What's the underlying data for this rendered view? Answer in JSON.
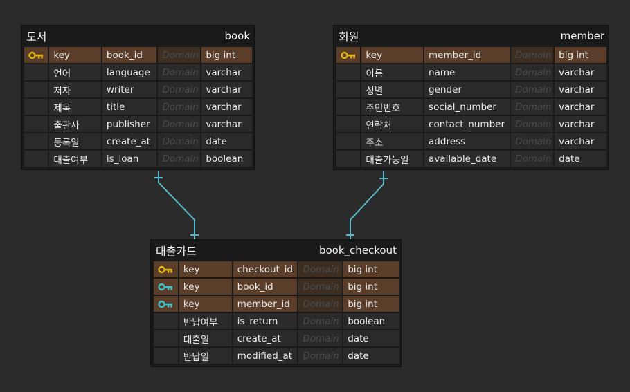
{
  "entities": {
    "book": {
      "logical_name": "도서",
      "physical_name": "book",
      "columns": [
        {
          "key": "primary",
          "logical": "key",
          "physical": "book_id",
          "domain": "Domain",
          "type": "big int"
        },
        {
          "key": "",
          "logical": "언어",
          "physical": "language",
          "domain": "Domain",
          "type": "varchar"
        },
        {
          "key": "",
          "logical": "저자",
          "physical": "writer",
          "domain": "Domain",
          "type": "varchar"
        },
        {
          "key": "",
          "logical": "제목",
          "physical": "title",
          "domain": "Domain",
          "type": "varchar"
        },
        {
          "key": "",
          "logical": "출판사",
          "physical": "publisher",
          "domain": "Domain",
          "type": "varchar"
        },
        {
          "key": "",
          "logical": "등록일",
          "physical": "create_at",
          "domain": "Domain",
          "type": "date"
        },
        {
          "key": "",
          "logical": "대출여부",
          "physical": "is_loan",
          "domain": "Domain",
          "type": "boolean"
        }
      ]
    },
    "member": {
      "logical_name": "회원",
      "physical_name": "member",
      "columns": [
        {
          "key": "primary",
          "logical": "key",
          "physical": "member_id",
          "domain": "Domain",
          "type": "big int"
        },
        {
          "key": "",
          "logical": "이름",
          "physical": "name",
          "domain": "Domain",
          "type": "varchar"
        },
        {
          "key": "",
          "logical": "성별",
          "physical": "gender",
          "domain": "Domain",
          "type": "varchar"
        },
        {
          "key": "",
          "logical": "주민번호",
          "physical": "social_number",
          "domain": "Domain",
          "type": "varchar"
        },
        {
          "key": "",
          "logical": "연락처",
          "physical": "contact_number",
          "domain": "Domain",
          "type": "varchar"
        },
        {
          "key": "",
          "logical": "주소",
          "physical": "address",
          "domain": "Domain",
          "type": "varchar"
        },
        {
          "key": "",
          "logical": "대출가능일",
          "physical": "available_date",
          "domain": "Domain",
          "type": "date"
        }
      ]
    },
    "book_checkout": {
      "logical_name": "대출카드",
      "physical_name": "book_checkout",
      "columns": [
        {
          "key": "primary",
          "logical": "key",
          "physical": "checkout_id",
          "domain": "Domain",
          "type": "big int"
        },
        {
          "key": "foreign",
          "logical": "key",
          "physical": "book_id",
          "domain": "Domain",
          "type": "big int"
        },
        {
          "key": "foreign",
          "logical": "key",
          "physical": "member_id",
          "domain": "Domain",
          "type": "big int"
        },
        {
          "key": "",
          "logical": "반납여부",
          "physical": "is_return",
          "domain": "Domain",
          "type": "boolean"
        },
        {
          "key": "",
          "logical": "대출일",
          "physical": "create_at",
          "domain": "Domain",
          "type": "date"
        },
        {
          "key": "",
          "logical": "반납일",
          "physical": "modified_at",
          "domain": "Domain",
          "type": "date"
        }
      ]
    }
  },
  "relationships": [
    {
      "from": "book",
      "to": "book_checkout"
    },
    {
      "from": "member",
      "to": "book_checkout"
    }
  ],
  "colors": {
    "background": "#2b2b2b",
    "entity": "#1a1a1a",
    "cell": "#2a2a2a",
    "key_row": "#5a3e29",
    "primary_key_icon": "#e2b515",
    "foreign_key_icon": "#3fc2c9",
    "relationship_line": "#58b9c8"
  }
}
